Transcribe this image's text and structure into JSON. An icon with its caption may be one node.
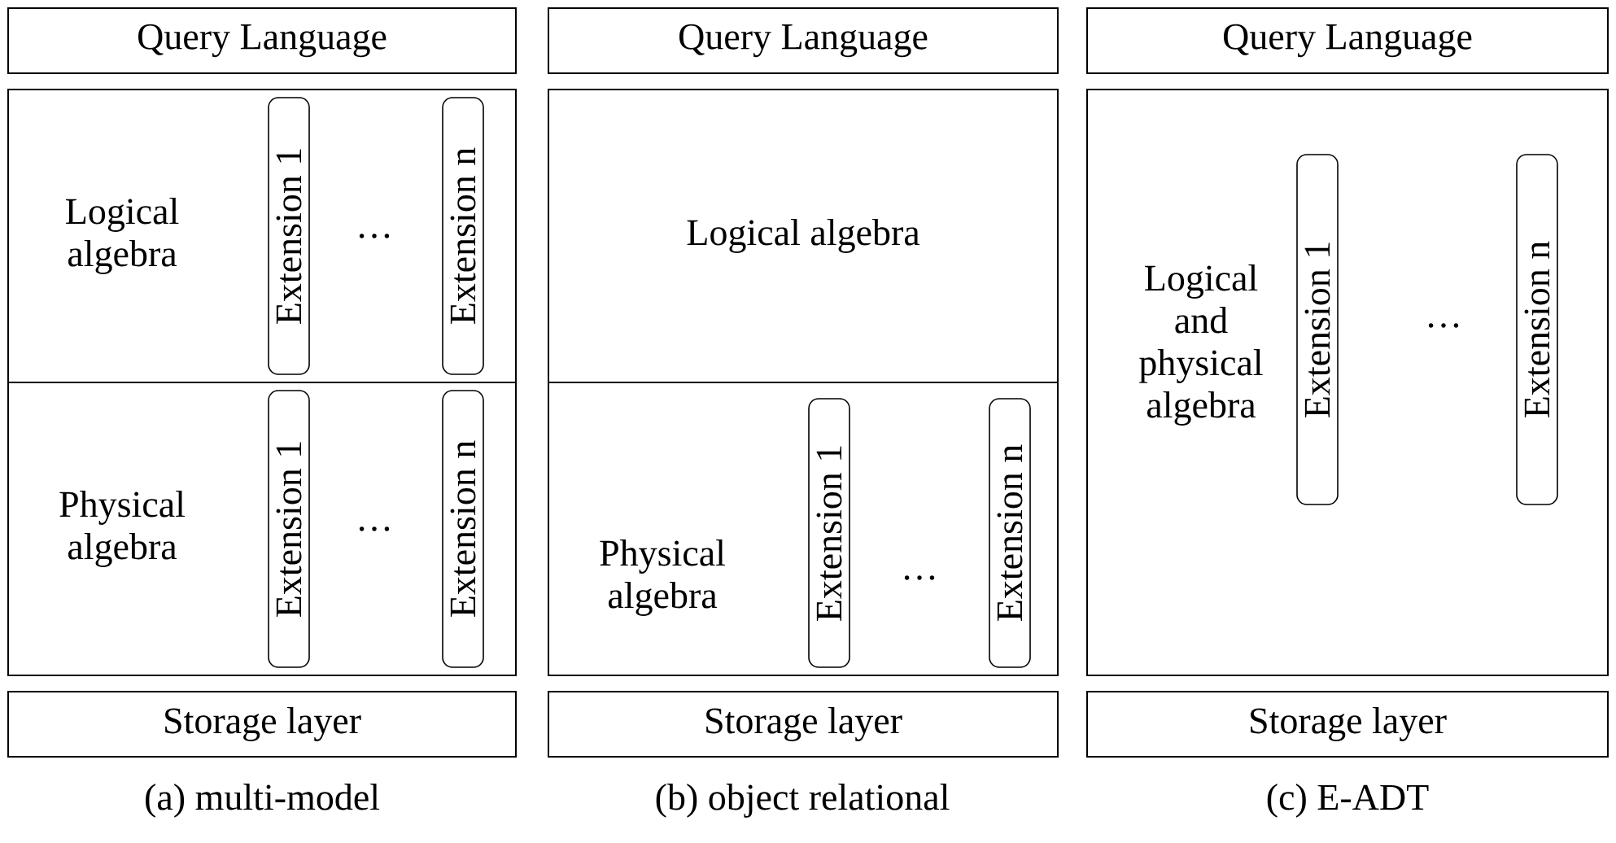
{
  "diagram": {
    "nodes": [
      {
        "text": [
          "Query Language"
        ]
      },
      {
        "text": [
          "Logical algebra"
        ]
      },
      {
        "text": [
          "Extension 1"
        ],
        "in": 1
      },
      {
        "text": [
          "Extension n"
        ],
        "in": 1
      },
      {
        "text": [
          "Physical algebra"
        ]
      },
      {
        "text": [
          "Extension 1"
        ],
        "in": 4
      },
      {
        "text": [
          "Extension n"
        ],
        "in": 4
      },
      {
        "text": [
          "Storage layer"
        ]
      },
      {
        "text": [
          "Query Language"
        ]
      },
      {
        "text": [
          "Logical algebra"
        ]
      },
      {
        "text": [
          "Physical algebra"
        ]
      },
      {
        "text": [
          "Extension 1"
        ],
        "in": 10
      },
      {
        "text": [
          "Extension n"
        ],
        "in": 10
      },
      {
        "text": [
          "Storage layer"
        ]
      },
      {
        "text": [
          "Query Language"
        ]
      },
      {
        "text": [
          "Logical and physical algebra"
        ]
      },
      {
        "text": [
          "Extension 1"
        ],
        "in": 15
      },
      {
        "text": [
          "Extension n"
        ],
        "in": 15
      },
      {
        "text": [
          "Storage layer"
        ]
      }
    ],
    "labels": [
      "…",
      "…",
      "…",
      "…",
      "(a) multi-model",
      "(b) object relational",
      "(c) E-ADT"
    ]
  }
}
